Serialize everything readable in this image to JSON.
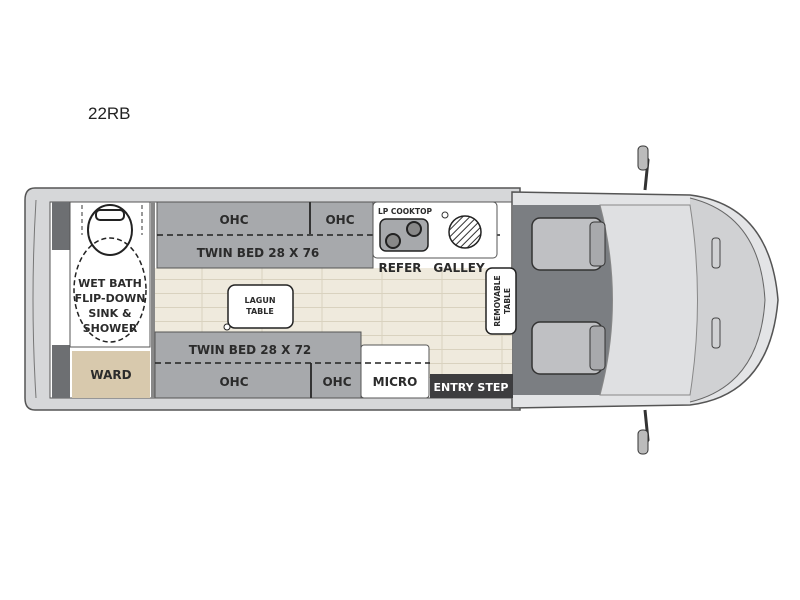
{
  "model": "22RB",
  "labels": {
    "ohc": "OHC",
    "twin_bed_top": "TWIN BED 28 X 76",
    "twin_bed_bottom": "TWIN BED 28 X 72",
    "lp_cooktop": "LP COOKTOP",
    "refer": "REFER",
    "galley": "GALLEY",
    "lagun_table": [
      "LAGUN",
      "TABLE"
    ],
    "removable_table": [
      "REMOVABLE",
      "TABLE"
    ],
    "wet_bath": [
      "WET BATH",
      "FLIP-DOWN",
      "SINK &",
      "SHOWER"
    ],
    "ward": "WARD",
    "micro": "MICRO",
    "entry_step": "ENTRY STEP"
  },
  "colors": {
    "cabinet": "#a7a9ac",
    "wall": "#6d6f72",
    "ward": "#d8c9ad",
    "floor": "#ece6d6",
    "step": "#3d3d3f"
  }
}
